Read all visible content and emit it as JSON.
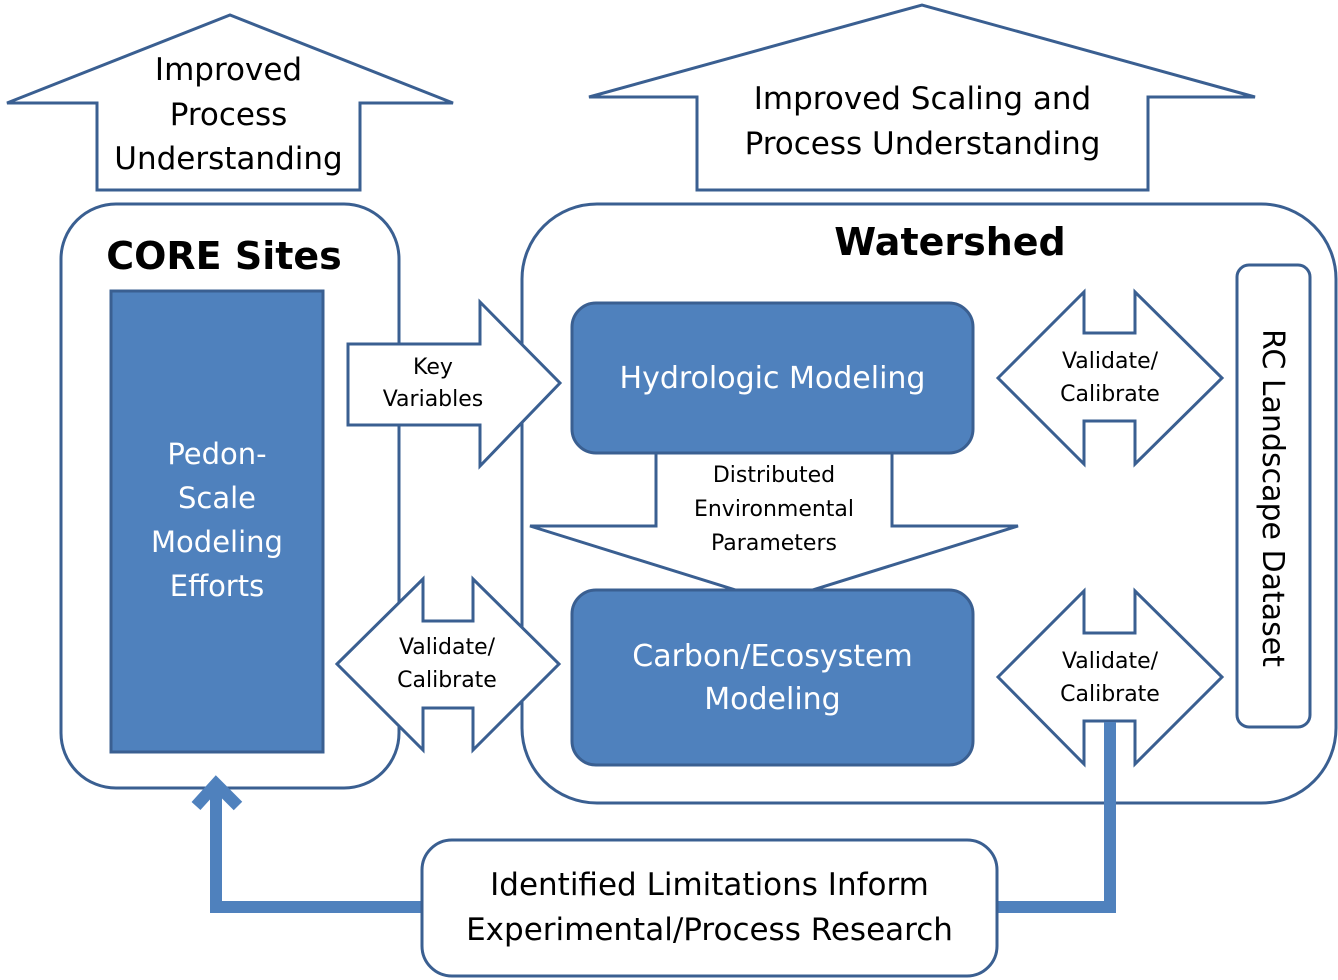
{
  "colors": {
    "outline": "#3a5f91",
    "fill": "#4f81bd",
    "text_dark": "#000000",
    "text_light": "#ffffff"
  },
  "arrows": {
    "improved_process": "Improved\nProcess\nUnderstanding",
    "improved_scaling": "Improved Scaling and\nProcess Understanding",
    "key_variables": "Key\nVariables",
    "validate_left": "Validate/\nCalibrate",
    "validate_right_top": "Validate/\nCalibrate",
    "validate_right_bottom": "Validate/\nCalibrate",
    "distributed": "Distributed\nEnvironmental\nParameters"
  },
  "core_sites": {
    "title": "CORE Sites",
    "box_label": "Pedon-\nScale\nModeling\nEfforts"
  },
  "watershed": {
    "title": "Watershed",
    "hydrologic": "Hydrologic Modeling",
    "carbon": "Carbon/Ecosystem\nModeling",
    "dataset": "RC Landscape Dataset"
  },
  "feedback": "Identified Limitations Inform\nExperimental/Process Research"
}
